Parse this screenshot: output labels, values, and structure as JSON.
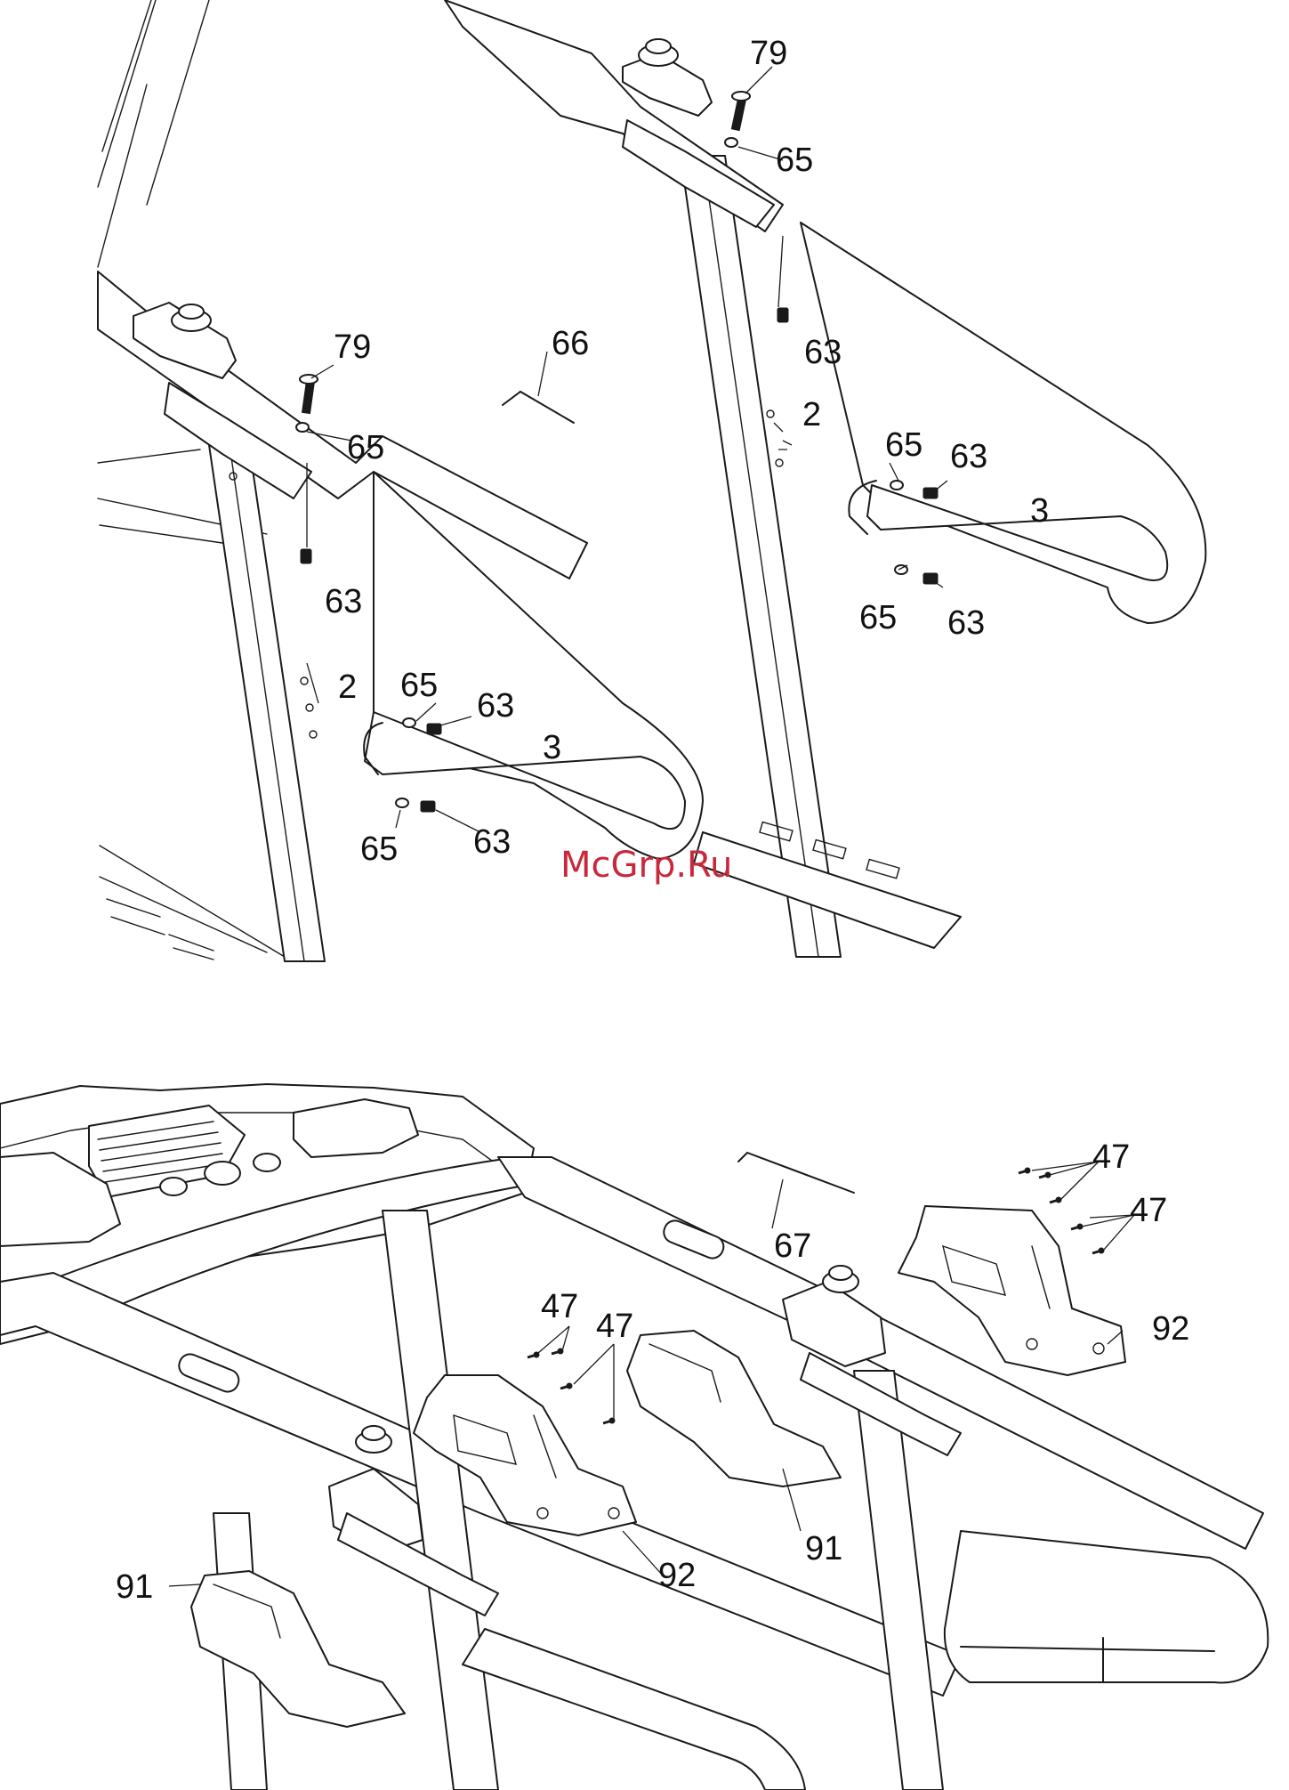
{
  "watermark": {
    "text": "McGrp.Ru",
    "color": "#c8283c"
  },
  "colors": {
    "line": "#1a1a1a",
    "background": "#ffffff"
  },
  "callouts": {
    "top_79a": "79",
    "top_65a": "65",
    "top_63a": "63",
    "top_79b": "79",
    "top_65b": "65",
    "top_66": "66",
    "top_63b": "63",
    "top_2a": "2",
    "top_2b": "2",
    "top_65c": "65",
    "top_63c": "63",
    "top_3a": "3",
    "top_65d": "65",
    "top_63d": "63",
    "top_65e": "65",
    "top_63e": "63",
    "top_3b": "3",
    "top_65f": "65",
    "top_63f": "63",
    "bot_47a": "47",
    "bot_47b": "47",
    "bot_67": "67",
    "bot_92a": "92",
    "bot_47c": "47",
    "bot_47d": "47",
    "bot_91a": "91",
    "bot_92b": "92",
    "bot_91b": "91"
  }
}
